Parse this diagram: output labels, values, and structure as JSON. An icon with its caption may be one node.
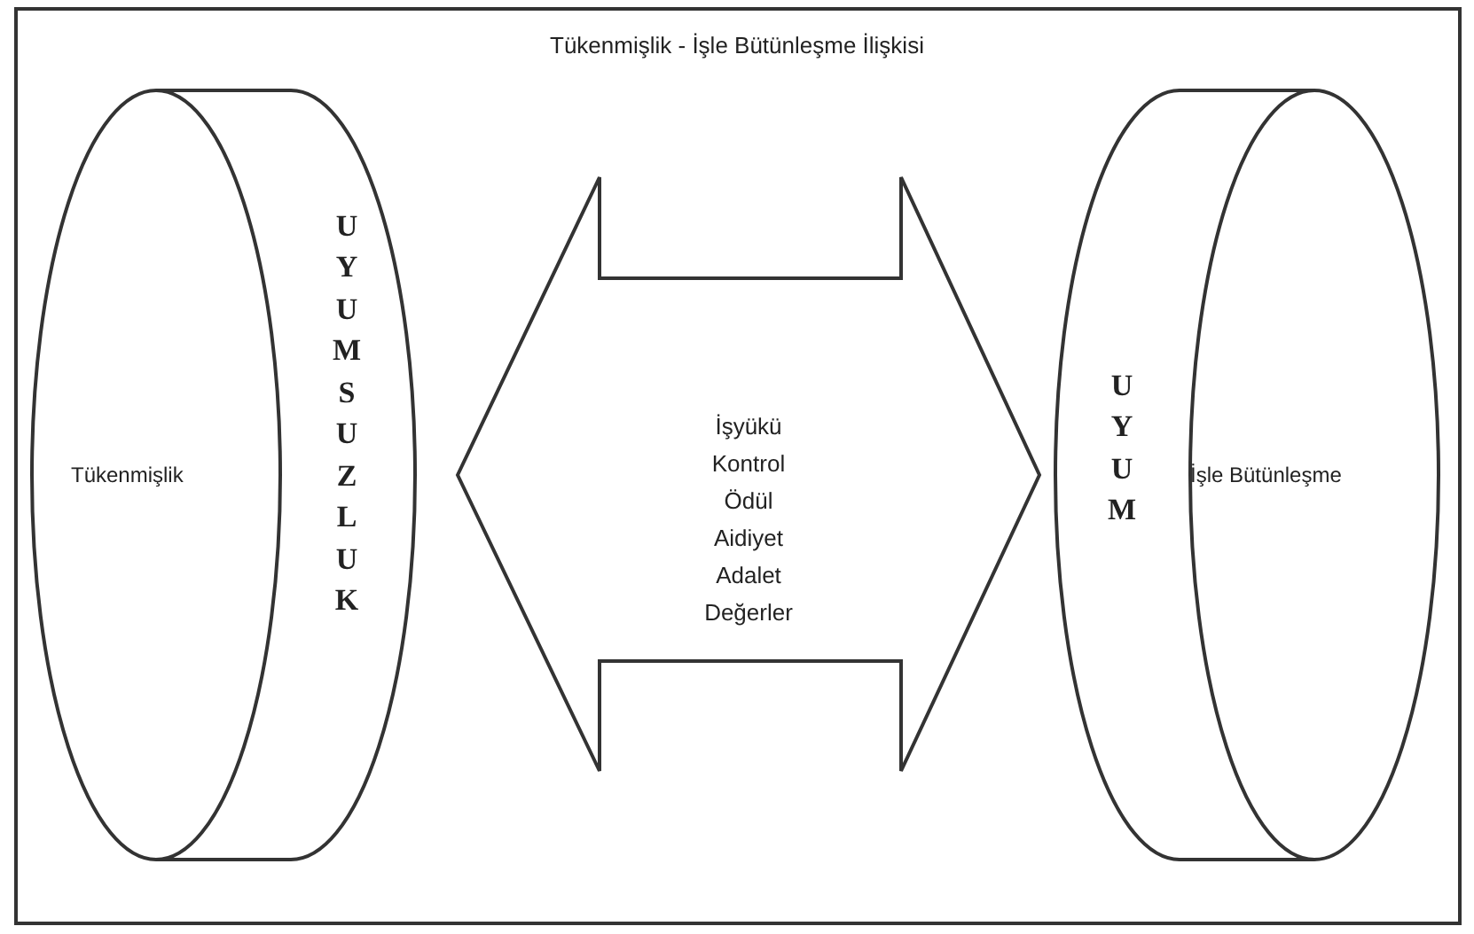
{
  "diagram": {
    "title": "Tükenmişlik - İşle Bütünleşme İlişkisi",
    "nodes": [
      {
        "text": [
          "Tükenmişlik",
          "UYUMSUZLUK"
        ]
      },
      {
        "text": [
          "İşyükü",
          "Kontrol",
          "Ödül",
          "Aidiyet",
          "Adalet",
          "Değerler"
        ]
      },
      {
        "text": [
          "UYUM",
          "İşle Bütünleşme"
        ]
      }
    ]
  }
}
